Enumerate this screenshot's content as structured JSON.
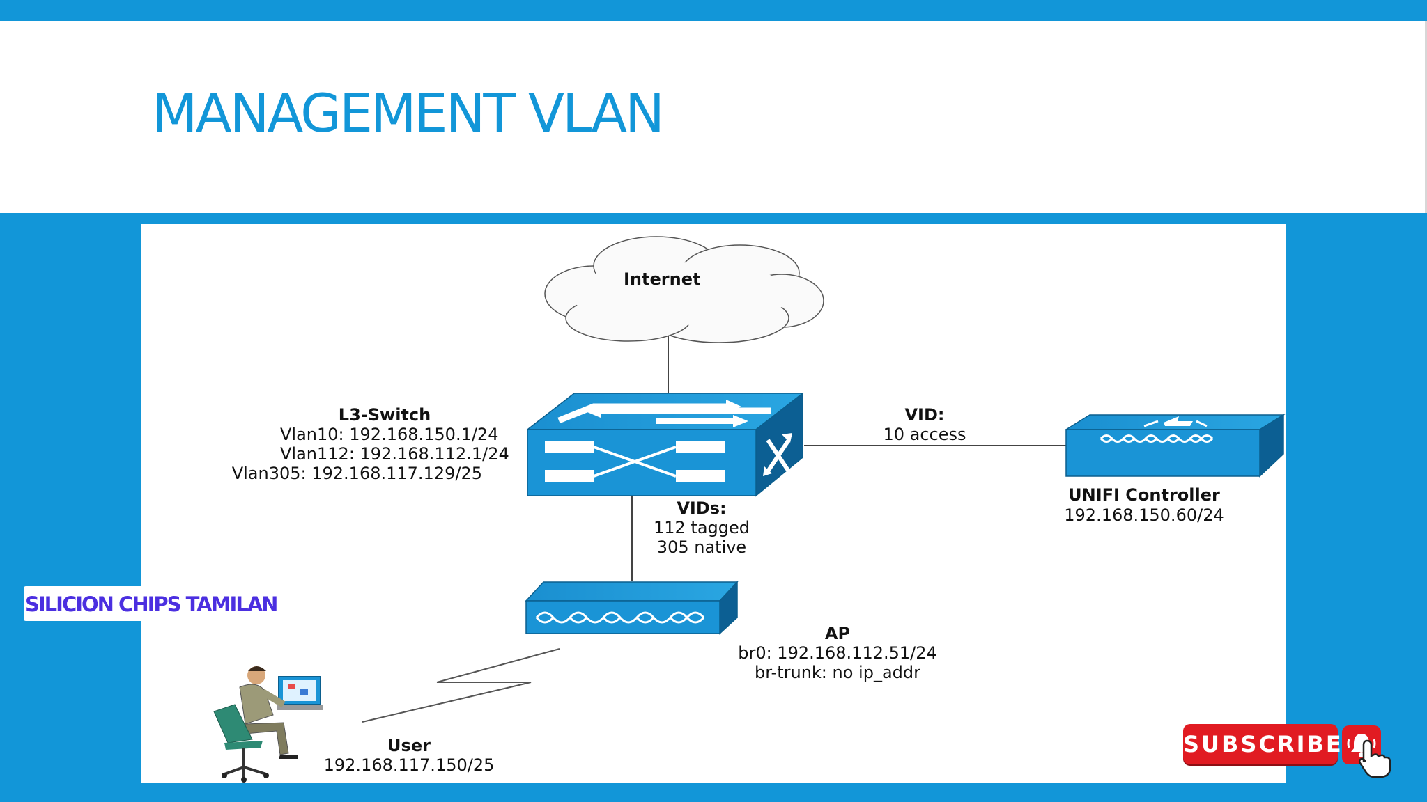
{
  "slide": {
    "title": "MANAGEMENT VLAN",
    "colors": {
      "accent": "#1296d8",
      "panel": "#ffffff"
    }
  },
  "diagram": {
    "internet": {
      "label": "Internet"
    },
    "l3_switch": {
      "name": "L3-Switch",
      "lines": [
        "Vlan10: 192.168.150.1/24",
        "Vlan112: 192.168.112.1/24",
        "Vlan305: 192.168.117.129/25"
      ]
    },
    "controller_link": {
      "title": "VID:",
      "value": "10 access"
    },
    "ap_link": {
      "title": "VIDs:",
      "lines": [
        "112 tagged",
        "305 native"
      ]
    },
    "unifi": {
      "name": "UNIFI Controller",
      "ip": "192.168.150.60/24"
    },
    "ap": {
      "name": "AP",
      "lines": [
        "br0: 192.168.112.51/24",
        "br-trunk: no ip_addr"
      ]
    },
    "user": {
      "name": "User",
      "ip": "192.168.117.150/25"
    },
    "icons": [
      "cloud-icon",
      "switch-icon",
      "controller-icon",
      "access-point-icon",
      "user-workstation-icon",
      "wireless-link-icon"
    ]
  },
  "overlay": {
    "watermark": "SILICION CHIPS TAMILAN",
    "subscribe": "SUBSCRIBED",
    "icons": [
      "bell-icon",
      "cursor-hand-icon"
    ]
  }
}
